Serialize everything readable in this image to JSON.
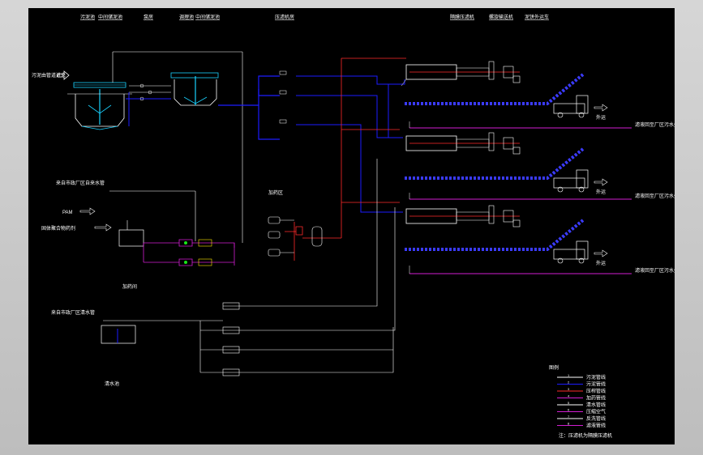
{
  "colors": {
    "background": "#000000",
    "line_white": "#ffffff",
    "line_blue": "#1c1cff",
    "line_red": "#ff2a2a",
    "line_magenta": "#d21ed2",
    "line_cyan": "#19d2ff",
    "line_green": "#19e619",
    "screw_blue": "#3b3bff"
  },
  "header": {
    "col_1": "污泥池",
    "col_2": "中间储泥池",
    "col_3": "泵房",
    "col_4": "调理池",
    "col_5": "中间储泥池",
    "col_6": "压滤机房",
    "col_7": "隔膜压滤机",
    "col_8": "螺旋输送机",
    "col_9": "泥饼外运车"
  },
  "left_labels": {
    "sludge_inlet": "污泥由管道进来",
    "reagent_a": "来自市政厂区自来水管",
    "pam": "PAM",
    "polymer": "固体聚合物药剂",
    "dosing_room": "加药间",
    "water_supply": "来自市政厂区清水管",
    "water_pump_room": "清水池",
    "drug_room_title": "加药区"
  },
  "right_labels": {
    "truck_1": "外运",
    "truck_2": "外运",
    "truck_3": "外运",
    "filtrate_1": "滤液回至厂区污水处理系统",
    "filtrate_2": "滤液回至厂区污水处理系统",
    "filtrate_3": "滤液回至厂区污水处理系统"
  },
  "legend": {
    "title": "图例",
    "items": [
      {
        "code": "1",
        "name": "污泥管线"
      },
      {
        "code": "2",
        "name": "污泥管线"
      },
      {
        "code": "3",
        "name": "压榨管线"
      },
      {
        "code": "4",
        "name": "加药管线"
      },
      {
        "code": "5",
        "name": "清水管线"
      },
      {
        "code": "6",
        "name": "压缩空气"
      },
      {
        "code": "7",
        "name": "反洗管线"
      },
      {
        "code": "8",
        "name": "滤液管线"
      }
    ],
    "note": "注：压滤机为隔膜压滤机"
  }
}
